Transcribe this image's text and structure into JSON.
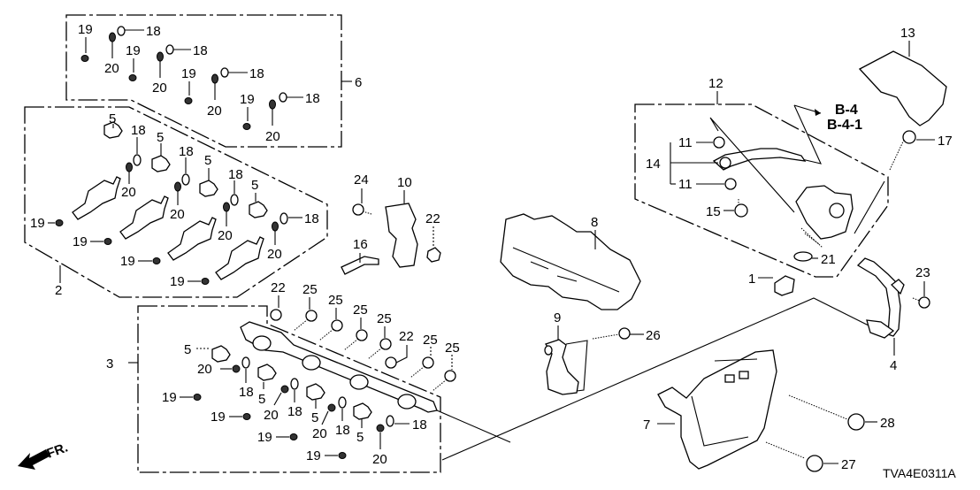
{
  "diagram": {
    "drawing_code": "TVA4E0311A",
    "front_indicator": "FR.",
    "reference_labels": [
      "B-4",
      "B-4-1"
    ],
    "callouts": {
      "group6": [
        {
          "num": "19"
        },
        {
          "num": "18"
        },
        {
          "num": "20"
        },
        {
          "num": "19"
        },
        {
          "num": "18"
        },
        {
          "num": "20"
        },
        {
          "num": "19"
        },
        {
          "num": "18"
        },
        {
          "num": "20"
        },
        {
          "num": "19"
        },
        {
          "num": "18"
        },
        {
          "num": "20"
        },
        {
          "num": "6"
        }
      ],
      "group2": [
        {
          "num": "5"
        },
        {
          "num": "18"
        },
        {
          "num": "20"
        },
        {
          "num": "19"
        },
        {
          "num": "5"
        },
        {
          "num": "18"
        },
        {
          "num": "20"
        },
        {
          "num": "19"
        },
        {
          "num": "5"
        },
        {
          "num": "18"
        },
        {
          "num": "20"
        },
        {
          "num": "19"
        },
        {
          "num": "5"
        },
        {
          "num": "18"
        },
        {
          "num": "20"
        },
        {
          "num": "19"
        },
        {
          "num": "2"
        }
      ],
      "group3": [
        {
          "num": "5"
        },
        {
          "num": "20"
        },
        {
          "num": "18"
        },
        {
          "num": "19"
        },
        {
          "num": "5"
        },
        {
          "num": "20"
        },
        {
          "num": "18"
        },
        {
          "num": "19"
        },
        {
          "num": "5"
        },
        {
          "num": "20"
        },
        {
          "num": "18"
        },
        {
          "num": "19"
        },
        {
          "num": "5"
        },
        {
          "num": "20"
        },
        {
          "num": "18"
        },
        {
          "num": "19"
        },
        {
          "num": "3"
        }
      ],
      "fasteners": [
        {
          "num": "22"
        },
        {
          "num": "25"
        },
        {
          "num": "25"
        },
        {
          "num": "25"
        },
        {
          "num": "25"
        },
        {
          "num": "22"
        },
        {
          "num": "25"
        },
        {
          "num": "25"
        }
      ],
      "center": [
        {
          "num": "24"
        },
        {
          "num": "10"
        },
        {
          "num": "22"
        },
        {
          "num": "16"
        },
        {
          "num": "8"
        },
        {
          "num": "9"
        },
        {
          "num": "26"
        }
      ],
      "group12": [
        {
          "num": "12"
        },
        {
          "num": "11"
        },
        {
          "num": "14"
        },
        {
          "num": "11"
        },
        {
          "num": "15"
        },
        {
          "num": "21"
        }
      ],
      "right": [
        {
          "num": "13"
        },
        {
          "num": "17"
        },
        {
          "num": "1"
        },
        {
          "num": "23"
        },
        {
          "num": "4"
        },
        {
          "num": "7"
        },
        {
          "num": "28"
        },
        {
          "num": "27"
        }
      ]
    }
  }
}
